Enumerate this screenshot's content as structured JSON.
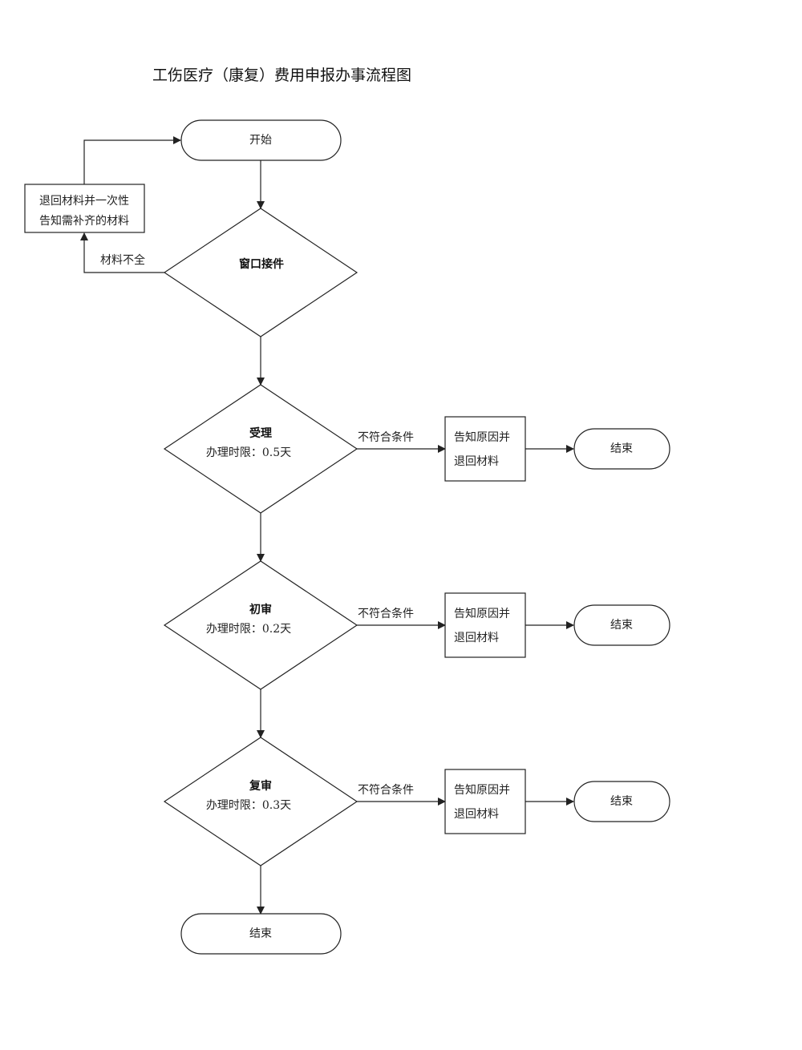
{
  "title": "工伤医疗（康复）费用申报办事流程图",
  "start": "开始",
  "window_intake": "窗口接件",
  "incomplete_label": "材料不全",
  "return_box": [
    "退回材料并一次性",
    "告知需补齐的材料"
  ],
  "steps": [
    {
      "name": "受理",
      "time": "办理时限：0.5天",
      "reject_label": "不符合条件",
      "reject_box": [
        "告知原因并",
        "退回材料"
      ],
      "end": "结束"
    },
    {
      "name": "初审",
      "time": "办理时限：0.2天",
      "reject_label": "不符合条件",
      "reject_box": [
        "告知原因并",
        "退回材料"
      ],
      "end": "结束"
    },
    {
      "name": "复审",
      "time": "办理时限：0.3天",
      "reject_label": "不符合条件",
      "reject_box": [
        "告知原因并",
        "退回材料"
      ],
      "end": "结束"
    }
  ],
  "final_end": "结束"
}
